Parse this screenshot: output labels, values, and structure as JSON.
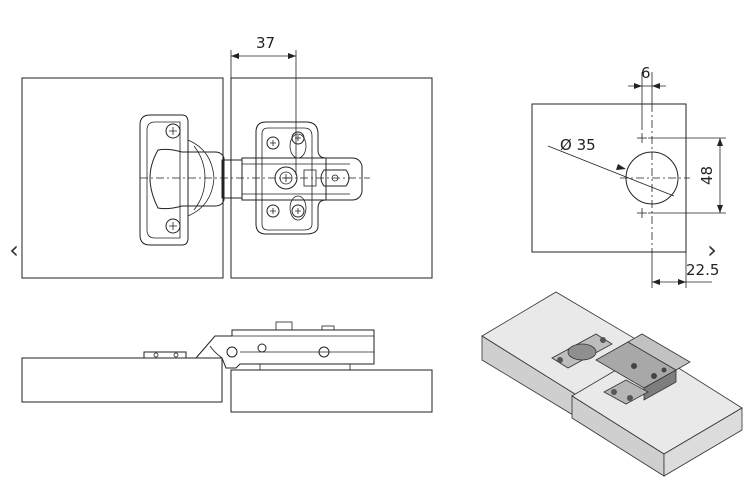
{
  "dimensions": {
    "overlay_distance": "37",
    "edge_offset": "6",
    "cup_diameter": "Ø 35",
    "hole_spacing": "48",
    "cup_setback": "22.5"
  },
  "nav": {
    "prev_glyph": "‹",
    "next_glyph": "›"
  },
  "colors": {
    "line": "#222222",
    "panel_top": "#e9e9e9",
    "panel_side": "#cfcfcf",
    "metal": "#9a9a9a"
  }
}
